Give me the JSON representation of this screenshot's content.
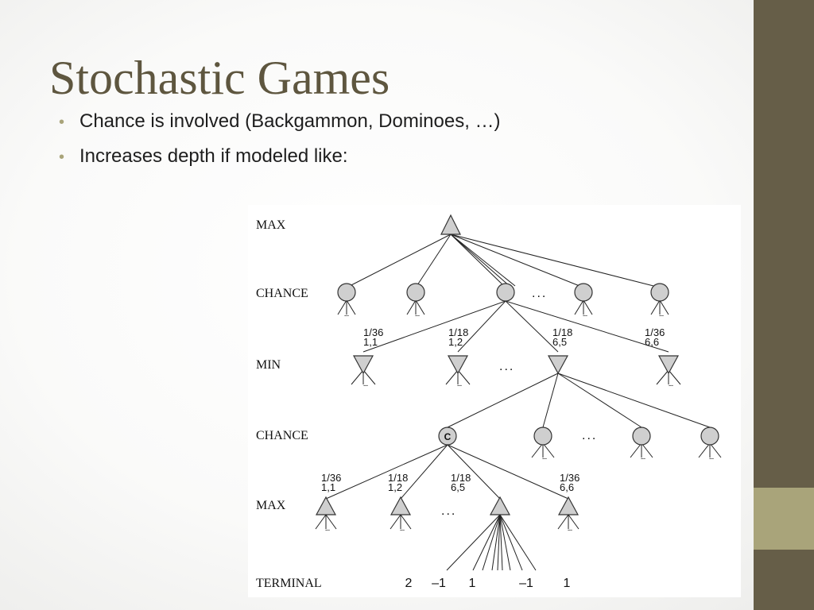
{
  "slide": {
    "title": "Stochastic Games",
    "bullets": [
      "Chance is involved (Backgammon, Dominoes, …)",
      "Increases depth if modeled like:"
    ]
  },
  "tree": {
    "level_labels": [
      "MAX",
      "CHANCE",
      "MIN",
      "CHANCE",
      "MAX",
      "TERMINAL"
    ],
    "prob_labels_level1": [
      {
        "p": "1/36",
        "roll": "1,1"
      },
      {
        "p": "1/18",
        "roll": "1,2"
      },
      {
        "p": "1/18",
        "roll": "6,5"
      },
      {
        "p": "1/36",
        "roll": "6,6"
      }
    ],
    "prob_labels_level2": [
      {
        "p": "1/36",
        "roll": "1,1"
      },
      {
        "p": "1/18",
        "roll": "1,2"
      },
      {
        "p": "1/18",
        "roll": "6,5"
      },
      {
        "p": "1/36",
        "roll": "6,6"
      }
    ],
    "chance_node_label": "C",
    "ellipsis": "...",
    "leaf_ellipsis": "...",
    "terminal_values": [
      "2",
      "–1",
      "1",
      "–1",
      "1"
    ]
  },
  "colors": {
    "title": "#5e563f",
    "accent_bar": "#665e48",
    "accent_block": "#a9a47a",
    "node_fill": "#cfcfcf"
  }
}
